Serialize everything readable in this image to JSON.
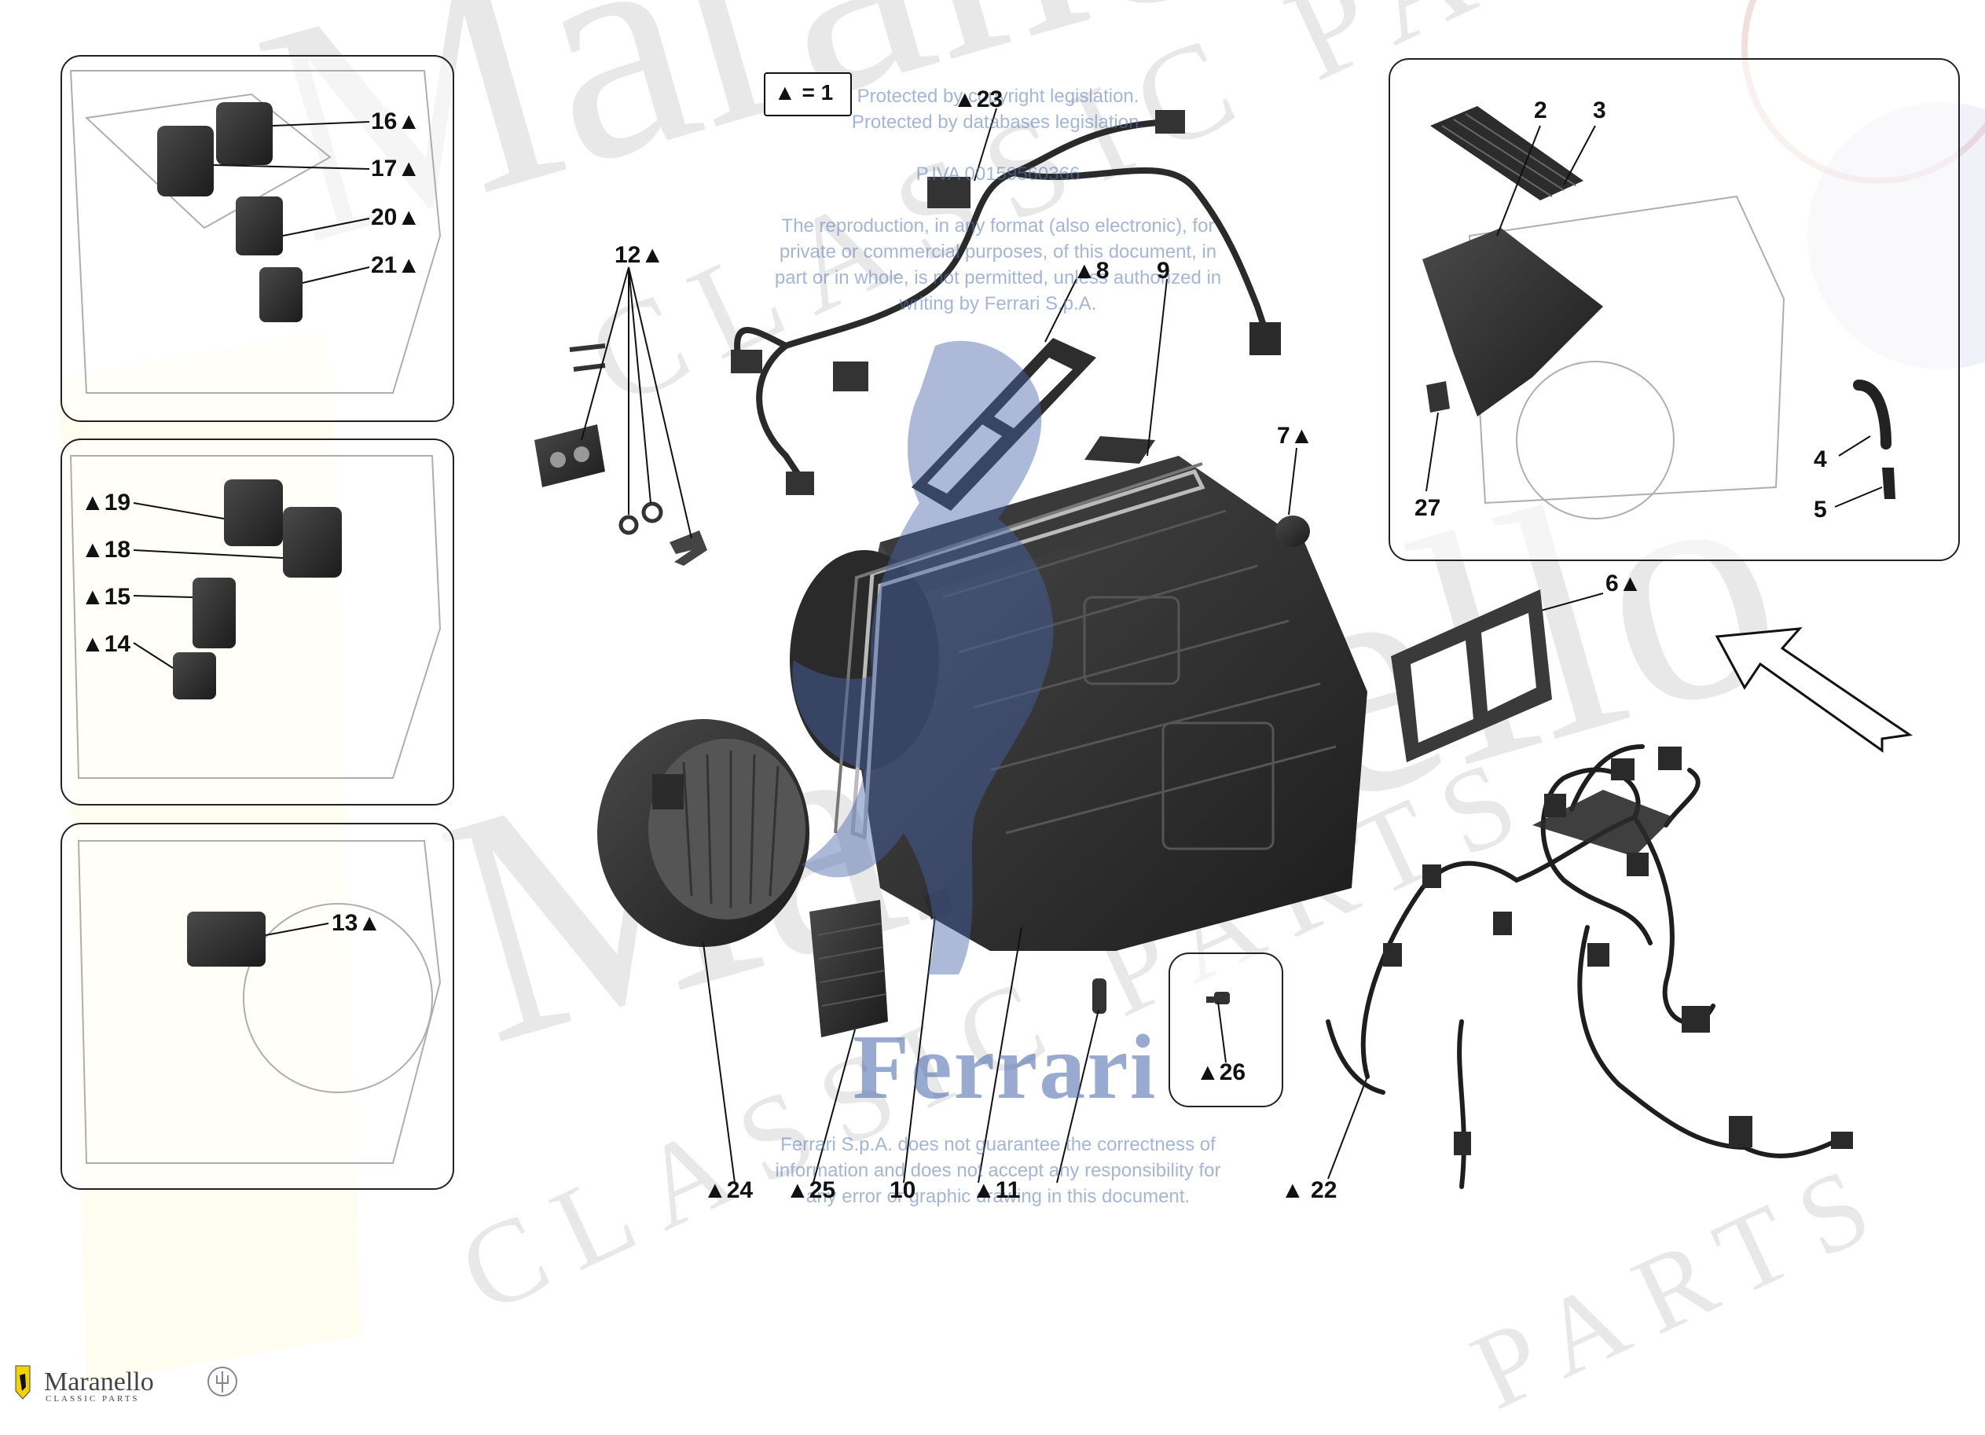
{
  "legend": {
    "key_label": "▲ = 1"
  },
  "notice": {
    "lines": [
      "Protected by copyright legislation.",
      "Protected by databases legislation.",
      "",
      "P.IVA 00159560366",
      "",
      "The reproduction, in any format (also electronic), for",
      "private or commercial purposes, of this document, in",
      "part or in whole, is not permitted, unless authorized in",
      "writing by Ferrari S.p.A."
    ],
    "disclaimer": [
      "Ferrari S.p.A. does not guarantee the correctness of",
      "information and does not accept any responsibility for",
      "any error or graphic drawing in this document."
    ]
  },
  "ferrari_word": "Ferrari",
  "watermark": {
    "big": "Maranello",
    "caps": "CLASSIC PARTS",
    "parts": "PARTS"
  },
  "brand": {
    "name": "Maranello",
    "sub": "CLASSIC PARTS"
  },
  "callouts": {
    "c16": "16▲",
    "c17": "17▲",
    "c20": "20▲",
    "c21": "21▲",
    "c19": "▲19",
    "c18": "▲18",
    "c15": "▲15",
    "c14": "▲14",
    "c13": "13▲",
    "c12": "12▲",
    "c23": "▲23",
    "c8": "▲8",
    "c9": "9",
    "c7": "7▲",
    "c24": "▲24",
    "c25": "▲25",
    "c10": "10",
    "c11": "▲11",
    "c26": "▲26",
    "c22": "▲ 22",
    "c2": "2",
    "c3": "3",
    "c4": "4",
    "c5": "5",
    "c27": "27",
    "c6": "6▲"
  },
  "icons": {
    "prancing_horse": "prancing-horse-icon",
    "arrow": "direction-arrow-icon",
    "trident": "maserati-trident-icon"
  },
  "colors": {
    "part_dark": "#2b2b2b",
    "line": "#111111",
    "watermark_blue": "#4a6aa8",
    "logo_yellow": "#f2d200"
  }
}
